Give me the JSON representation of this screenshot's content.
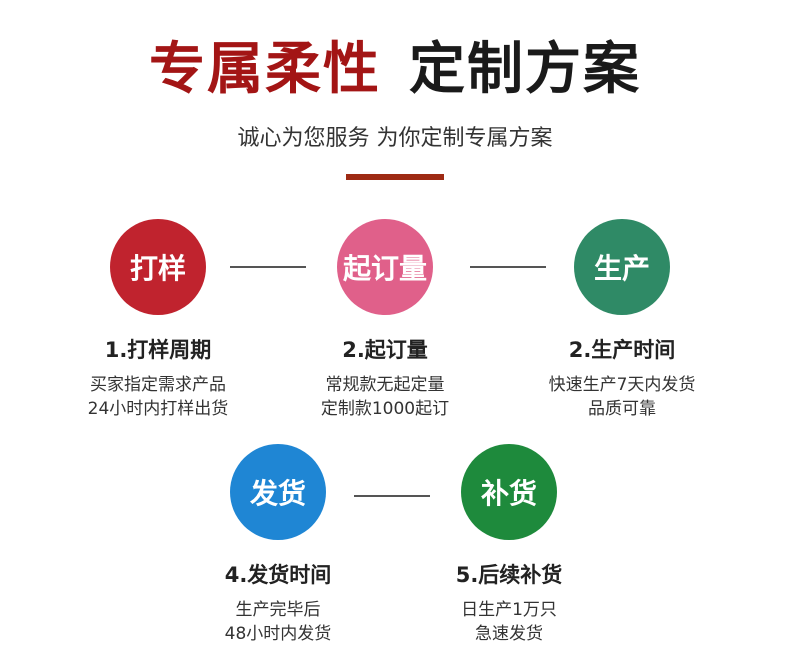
{
  "header": {
    "title_part1": "专属柔性",
    "title_part2": "定制方案",
    "subtitle": "诚心为您服务 为你定制专属方案"
  },
  "colors": {
    "title_accent": "#a31515",
    "accent_bar": "#9e2a14"
  },
  "steps": [
    {
      "circle_label": "打样",
      "color": "#c0232e",
      "title": "1.打样周期",
      "desc_line1": "买家指定需求产品",
      "desc_line2": "24小时内打样出货"
    },
    {
      "circle_label": "起订量",
      "color": "#e0608a",
      "title": "2.起订量",
      "desc_line1": "常规款无起定量",
      "desc_line2": "定制款1000起订"
    },
    {
      "circle_label": "生产",
      "color": "#2f8a66",
      "title": "2.生产时间",
      "desc_line1": "快速生产7天内发货",
      "desc_line2": "品质可靠"
    },
    {
      "circle_label": "发货",
      "color": "#1f86d4",
      "title": "4.发货时间",
      "desc_line1": "生产完毕后",
      "desc_line2": "48小时内发货"
    },
    {
      "circle_label": "补货",
      "color": "#1e8a3c",
      "title": "5.后续补货",
      "desc_line1": "日生产1万只",
      "desc_line2": "急速发货"
    }
  ]
}
